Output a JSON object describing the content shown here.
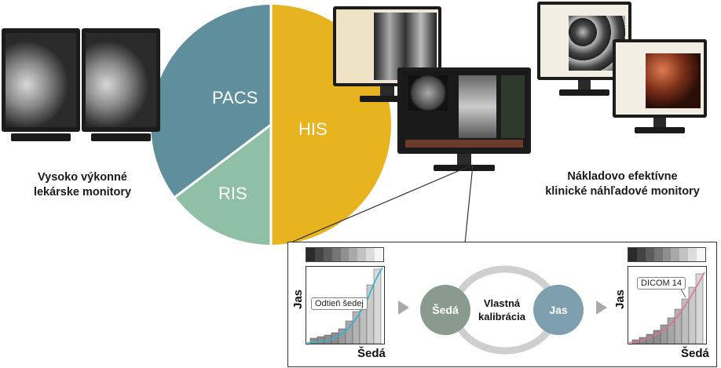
{
  "pie": {
    "slices": [
      {
        "label": "PACS",
        "color": "#5f8f9d"
      },
      {
        "label": "RIS",
        "color": "#8fc0a6"
      },
      {
        "label": "HIS",
        "color": "#e7b41f"
      }
    ]
  },
  "captions": {
    "left_line1": "Vysoko výkonné",
    "left_line2": "lekárske monitory",
    "right_line1": "Nákladovo efektívne",
    "right_line2": "klinické náhľadové monitory"
  },
  "calibration": {
    "left_chart": {
      "ylabel": "Jas",
      "xlabel": "Šedá",
      "callout": "Odtieň šedej"
    },
    "center": {
      "left_circle": "Šedá",
      "middle_line1": "Vlastná",
      "middle_line2": "kalibrácia",
      "right_circle": "Jas"
    },
    "right_chart": {
      "ylabel": "Jas",
      "xlabel": "Šedá",
      "callout": "DICOM 14"
    }
  },
  "colors": {
    "circle_gray": "#8a9b8d",
    "circle_blue": "#7e9fae",
    "ring": "#cfcfcf",
    "curve_cyan": "#2fb3d6",
    "curve_pink": "#e0738f"
  }
}
